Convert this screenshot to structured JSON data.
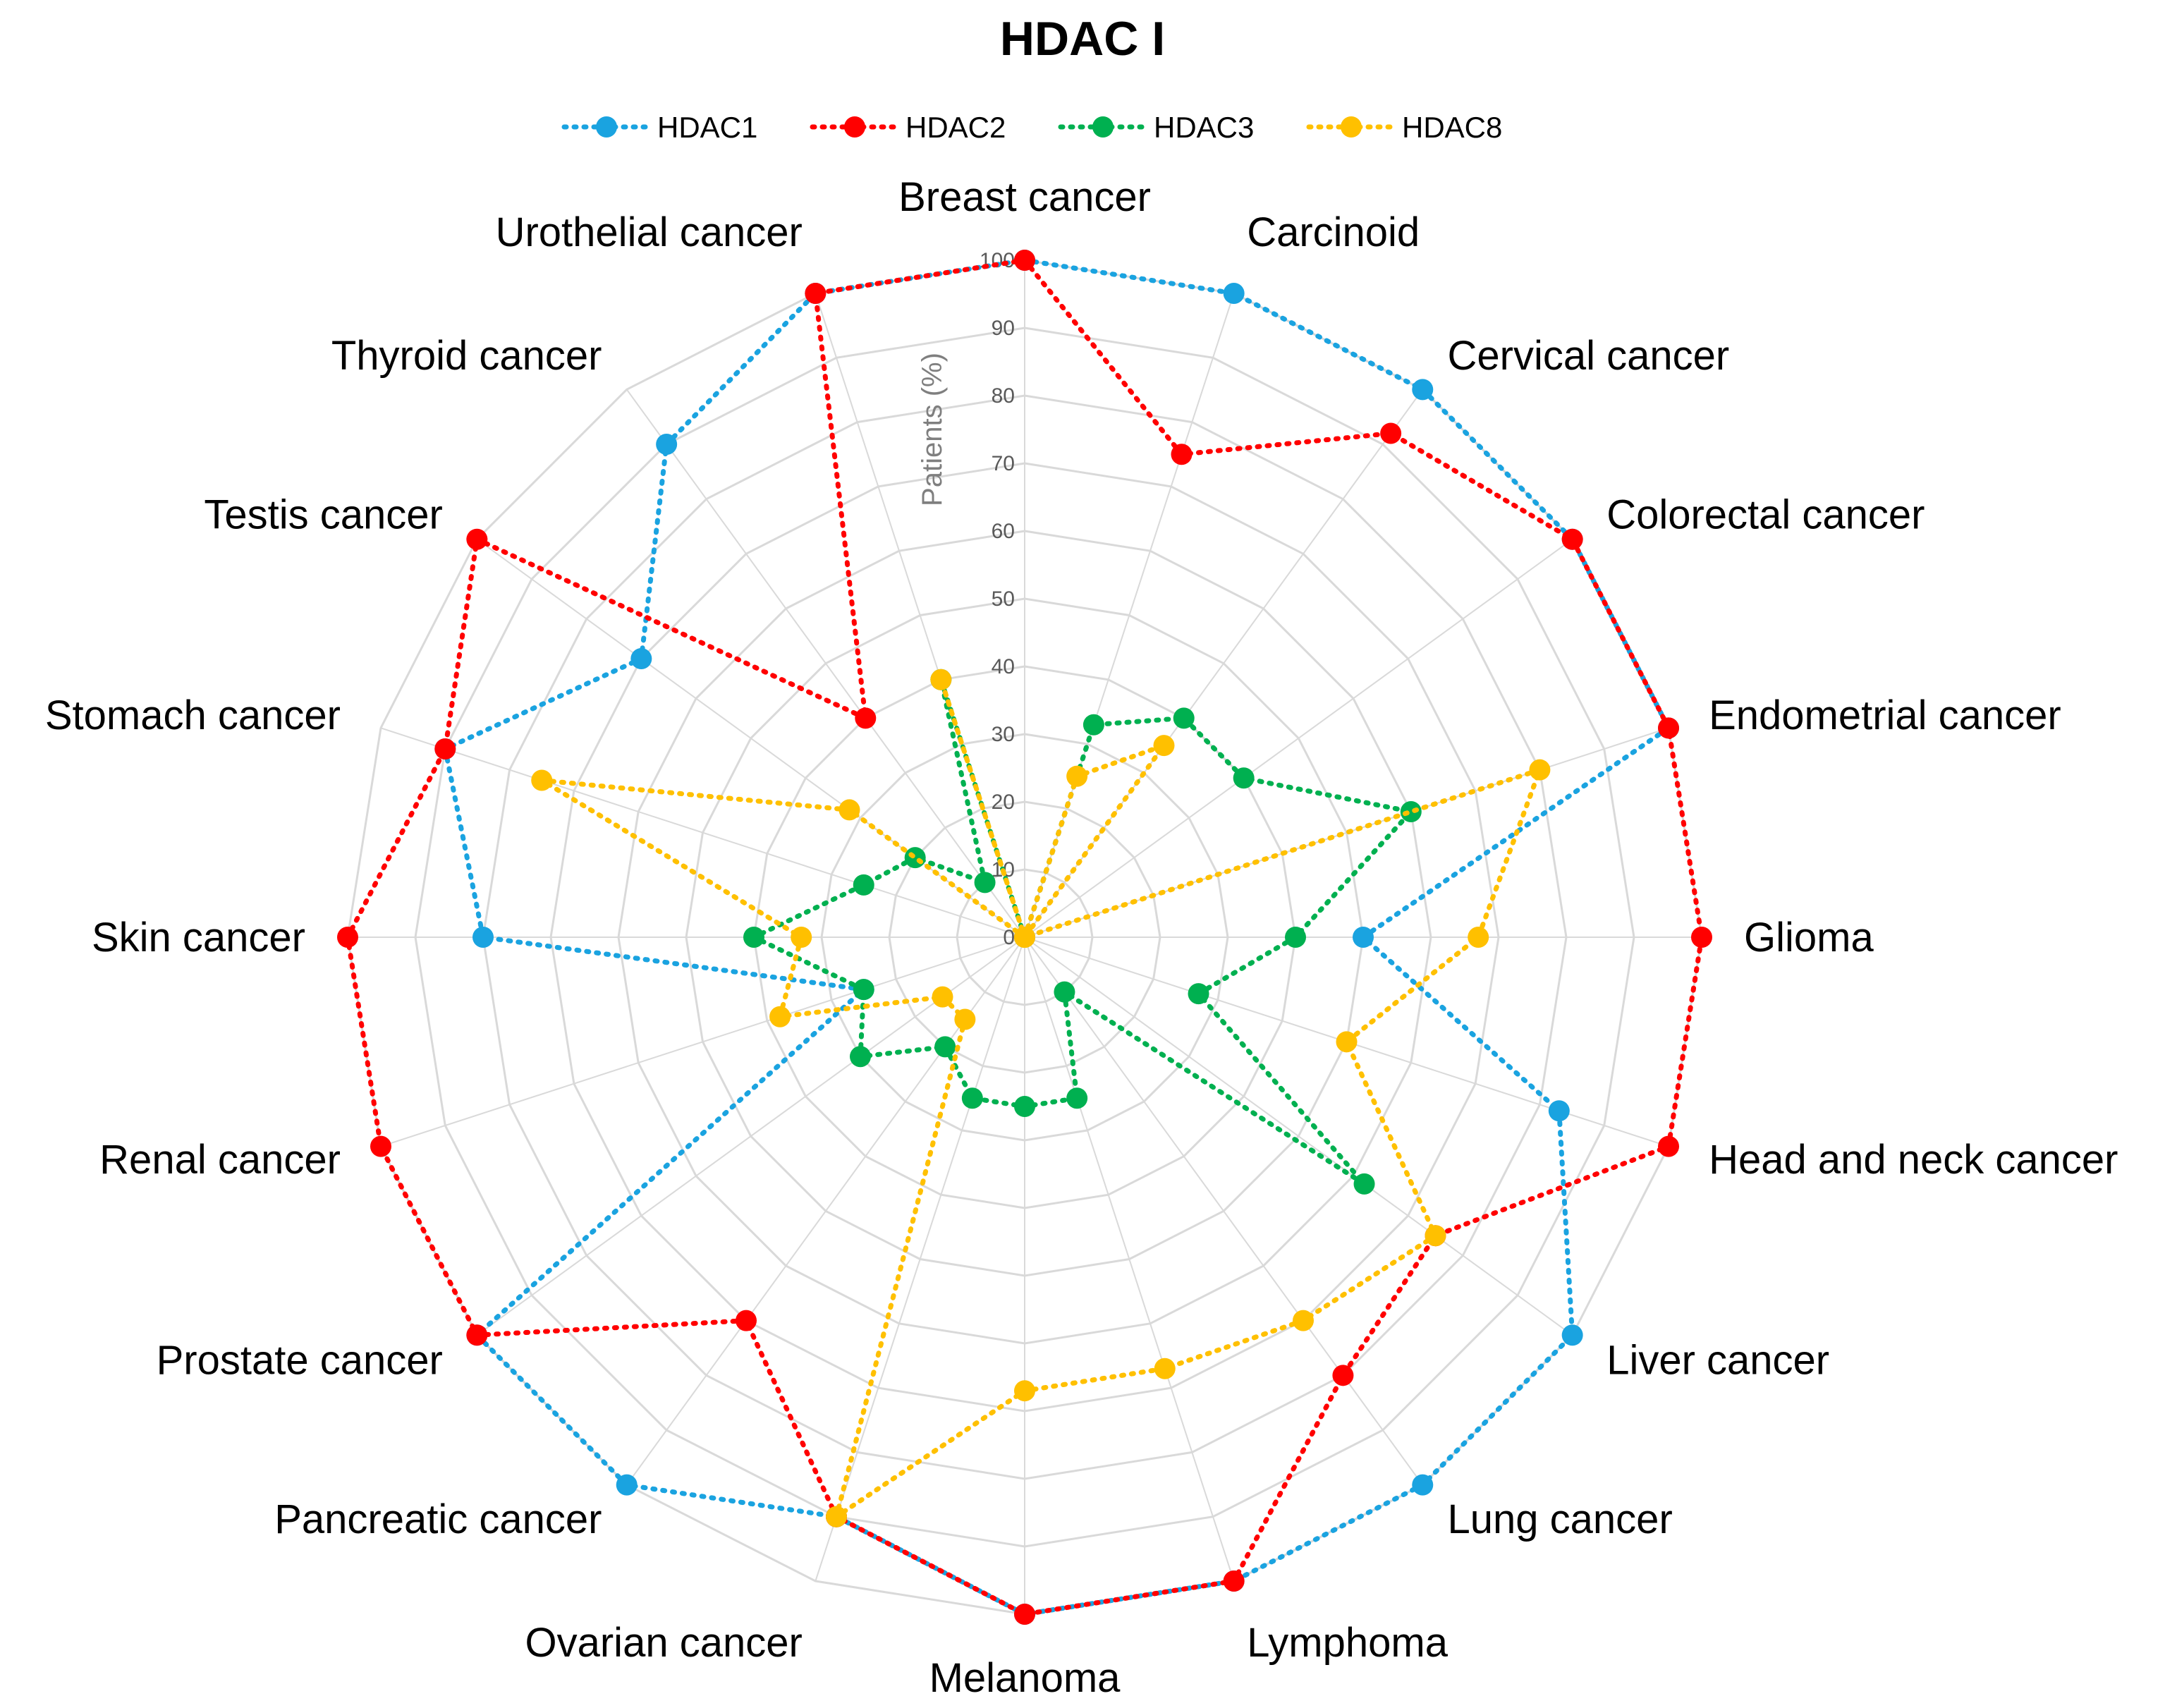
{
  "chart_data": {
    "type": "radar",
    "title": "HDAC I",
    "axis_title": "Patients (%)",
    "rlim": [
      0,
      100
    ],
    "r_ticks": [
      0,
      10,
      20,
      30,
      40,
      50,
      60,
      70,
      80,
      90,
      100
    ],
    "grid": true,
    "legend_position": "top",
    "categories": [
      "Breast cancer",
      "Carcinoid",
      "Cervical cancer",
      "Colorectal cancer",
      "Endometrial cancer",
      "Glioma",
      "Head and neck cancer",
      "Liver cancer",
      "Lung cancer",
      "Lymphoma",
      "Melanoma",
      "Ovarian cancer",
      "Pancreatic cancer",
      "Prostate cancer",
      "Renal cancer",
      "Skin cancer",
      "Stomach cancer",
      "Testis cancer",
      "Thyroid cancer",
      "Urothelial cancer"
    ],
    "series": [
      {
        "name": "HDAC1",
        "color": "#1aa3e0",
        "values": [
          100,
          100,
          100,
          100,
          100,
          50,
          83,
          100,
          100,
          100,
          100,
          90,
          100,
          100,
          25,
          80,
          90,
          70,
          90,
          100
        ]
      },
      {
        "name": "HDAC2",
        "color": "#ff0000",
        "values": [
          100,
          75,
          92,
          100,
          100,
          100,
          100,
          75,
          80,
          100,
          100,
          90,
          70,
          100,
          100,
          100,
          90,
          100,
          40,
          100
        ]
      },
      {
        "name": "HDAC3",
        "color": "#00b050",
        "values": [
          0,
          33,
          40,
          40,
          60,
          40,
          27,
          62,
          10,
          25,
          25,
          25,
          20,
          30,
          25,
          40,
          25,
          20,
          10,
          40
        ]
      },
      {
        "name": "HDAC8",
        "color": "#ffc000",
        "values": [
          0,
          25,
          35,
          0,
          80,
          67,
          50,
          75,
          70,
          67,
          67,
          90,
          15,
          15,
          38,
          33,
          75,
          32,
          0,
          40
        ]
      }
    ]
  }
}
